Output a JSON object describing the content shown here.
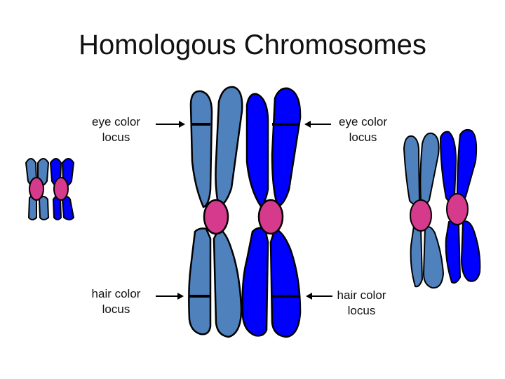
{
  "title": "Homologous Chromosomes",
  "labels": {
    "left_top": [
      "eye color",
      "locus"
    ],
    "right_top": [
      "eye color",
      "locus"
    ],
    "left_bottom": [
      "hair color",
      "locus"
    ],
    "right_bottom": [
      "hair color",
      "locus"
    ]
  },
  "colors": {
    "chromosome_light": "#4f81bd",
    "chromosome_dark": "#0000ff",
    "centromere": "#d63a8c",
    "outline": "#000000"
  }
}
